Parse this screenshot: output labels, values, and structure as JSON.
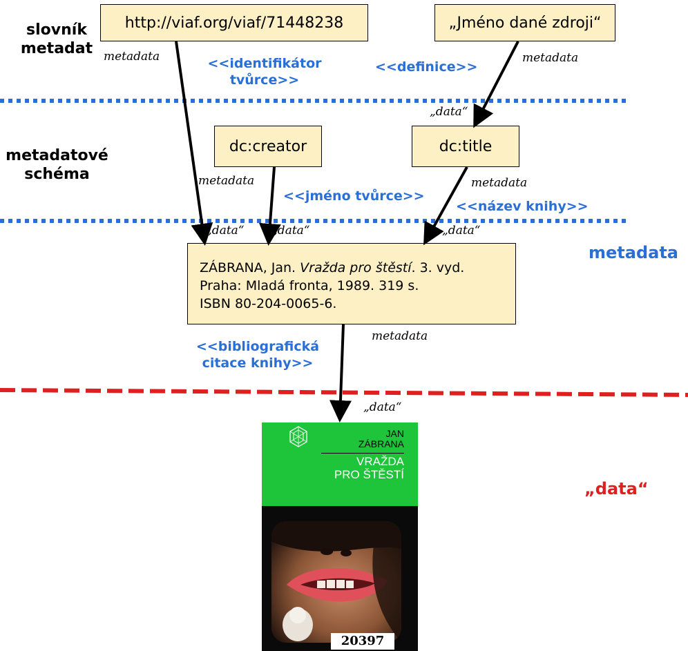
{
  "layers": {
    "top": "slovník\nmetadat",
    "middle": "metadatové\nschéma",
    "metadata": "metadata",
    "data": "„data“"
  },
  "boxes": {
    "viaf": "http://viaf.org/viaf/71448238",
    "definition": "„Jméno dané zdroji“",
    "creator": "dc:creator",
    "title": "dc:title"
  },
  "citation": {
    "author": "ZÁBRANA, Jan. ",
    "book_title": "Vražda pro štěstí",
    "edition": ". 3. vyd.",
    "line2": "Praha: Mladá fronta, 1989. 319 s.",
    "line3": "ISBN 80-204-0065-6."
  },
  "edge_labels": {
    "metadata": "metadata",
    "data": "„data“"
  },
  "relations": {
    "creator_identifier": "<<identifikátor\ntvůrce>>",
    "definition": "<<definice>>",
    "creator_name": "<<jméno tvůrce>>",
    "book_title": "<<název knihy>>",
    "citation": "<<bibliografická\ncitace knihy>>"
  },
  "book_cover": {
    "author": "JAN\nZÁBRANA",
    "title": "VRAŽDA\nPRO ŠTĚSTÍ",
    "number": "20397"
  },
  "colors": {
    "box_fill": "#fdf0c4",
    "blue": "#2a6fd6",
    "red": "#e02020",
    "cover_green": "#1ec43a"
  }
}
